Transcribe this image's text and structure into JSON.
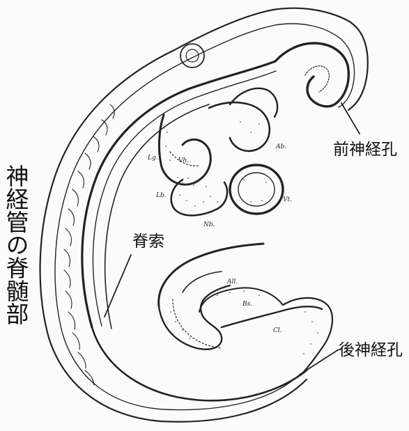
{
  "labels": {
    "vertical": "神経管の脊髄部",
    "anterior_neuropore": "前神経孔",
    "posterior_neuropore": "後神経孔",
    "notochord": "脊索"
  },
  "abbreviations": {
    "lg": "Lg.",
    "vh": "Vh.",
    "lb": "Lb.",
    "nb": "Nb.",
    "ab": "Ab.",
    "vt": "Vt.",
    "all": "All.",
    "bs": "Bs.",
    "cl": "Cl."
  },
  "colors": {
    "ink": "#222222",
    "background": "#fbfbfb"
  }
}
